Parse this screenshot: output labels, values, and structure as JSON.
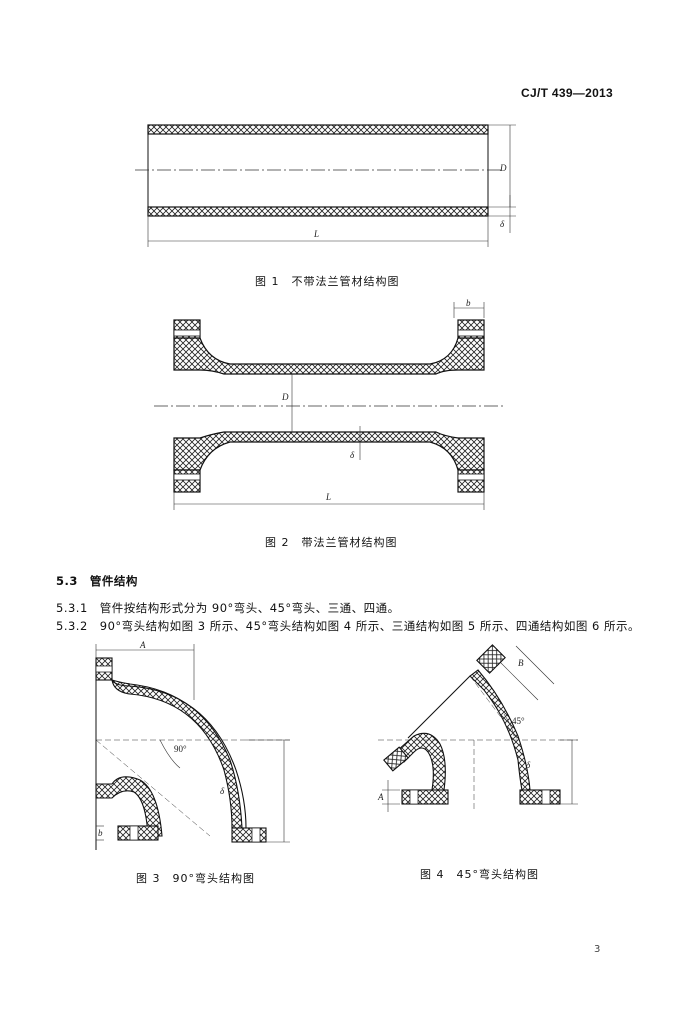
{
  "header": {
    "standard_code": "CJ/T 439—2013"
  },
  "figures": {
    "fig1": {
      "caption": "图 1　不带法兰管材结构图",
      "label_D": "D",
      "label_delta": "δ",
      "label_L": "L"
    },
    "fig2": {
      "caption": "图 2　带法兰管材结构图",
      "label_b": "b",
      "label_D": "D",
      "label_delta": "δ",
      "label_L": "L"
    },
    "fig3": {
      "caption": "图 3　90°弯头结构图",
      "label_A": "A",
      "label_angle": "90°",
      "label_delta": "δ",
      "label_b": "b"
    },
    "fig4": {
      "caption": "图 4　45°弯头结构图",
      "label_B": "B",
      "label_angle": "45°",
      "label_delta": "δ",
      "label_A": "A"
    }
  },
  "section": {
    "heading": "5.3　管件结构",
    "p1": "5.3.1　管件按结构形式分为 90°弯头、45°弯头、三通、四通。",
    "p2": "5.3.2　90°弯头结构如图 3 所示、45°弯头结构如图 4 所示、三通结构如图 5 所示、四通结构如图 6 所示。"
  },
  "footer": {
    "page_number": "3"
  }
}
